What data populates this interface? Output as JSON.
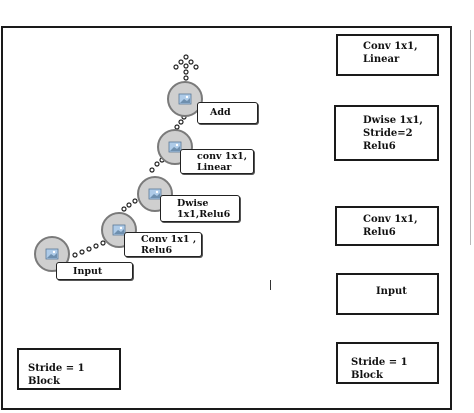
{
  "nodes": [
    {
      "id": "input",
      "label_lines": [
        "Input"
      ],
      "icon": "image-placeholder-icon"
    },
    {
      "id": "conv1",
      "label_lines": [
        "Conv 1x1 ,",
        "Relu6"
      ],
      "icon": "image-placeholder-icon"
    },
    {
      "id": "dwise",
      "label_lines": [
        "Dwise",
        "1x1,Relu6"
      ],
      "icon": "image-placeholder-icon"
    },
    {
      "id": "conv2",
      "label_lines": [
        "conv 1x1,",
        "Linear"
      ],
      "icon": "image-placeholder-icon"
    },
    {
      "id": "add",
      "label_lines": [
        "Add"
      ],
      "icon": "image-placeholder-icon"
    }
  ],
  "right_column": [
    {
      "id": "conv-linear",
      "lines": [
        "Conv 1x1,",
        "Linear"
      ]
    },
    {
      "id": "dwise-stride",
      "lines": [
        "Dwise 1x1,",
        "Stride=2",
        "Relu6"
      ]
    },
    {
      "id": "conv-relu",
      "lines": [
        "Conv 1x1,",
        "Relu6"
      ]
    },
    {
      "id": "input",
      "lines": [
        "Input"
      ]
    }
  ],
  "stride_left": "Stride = 1 Block",
  "stride_right": "Stride = 1 Block",
  "colors": {
    "node_fill": "#cfcfcf",
    "node_border": "#7a7a7a",
    "icon_fill": "#aecbe8",
    "border": "#1a1a1a"
  }
}
